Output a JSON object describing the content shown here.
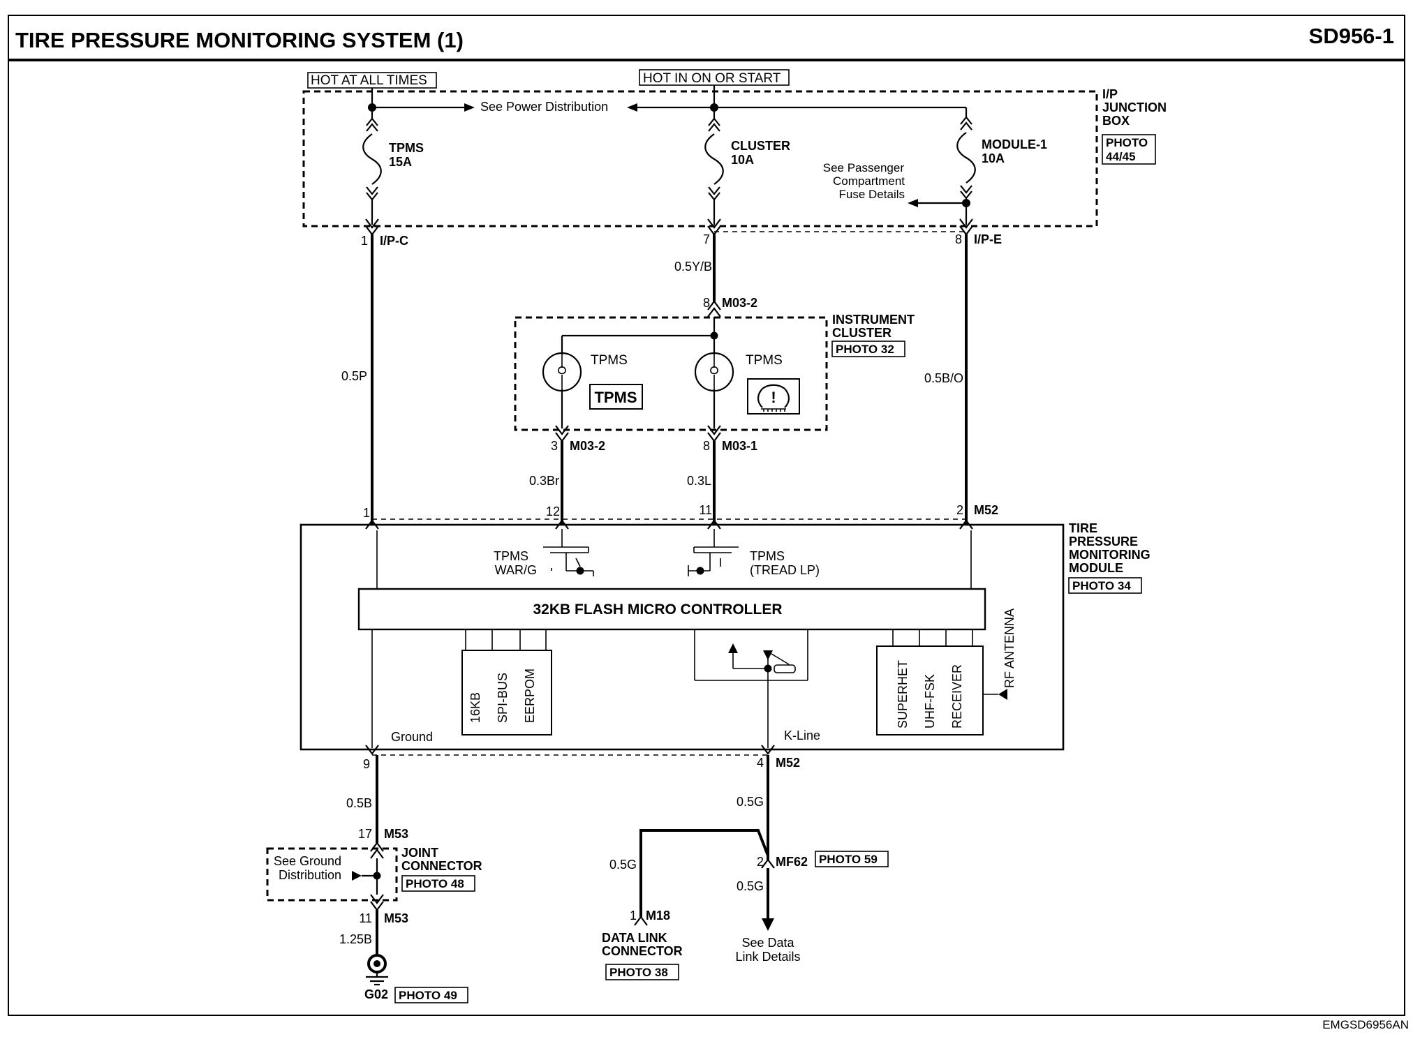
{
  "header": {
    "title": "TIRE PRESSURE MONITORING SYSTEM (1)",
    "code": "SD956-1"
  },
  "footer": {
    "ref": "EMGSD6956AN"
  },
  "power": {
    "hot_all_times": "HOT AT ALL TIMES",
    "hot_on_start": "HOT IN ON OR START",
    "see_power_distribution": "See Power Distribution"
  },
  "junction_box": {
    "label": [
      "I/P",
      "JUNCTION",
      "BOX"
    ],
    "photo": [
      "PHOTO",
      "44/45"
    ],
    "fuses": [
      {
        "name": "TPMS",
        "rating": "15A"
      },
      {
        "name": "CLUSTER",
        "rating": "10A"
      },
      {
        "name": "MODULE-1",
        "rating": "10A"
      }
    ],
    "see_passenger": [
      "See Passenger",
      "Compartment",
      "Fuse Details"
    ]
  },
  "connectors": {
    "ipc_pin": "1",
    "ipc_name": "I/P-C",
    "ipe_left_pin": "7",
    "ipe_pin": "8",
    "ipe_name": "I/P-E",
    "m032_top_pin": "8",
    "m032_top_name": "M03-2",
    "m032_bot_pin": "3",
    "m032_bot_name": "M03-2",
    "m031_pin": "8",
    "m031_name": "M03-1",
    "m52_pin1": "1",
    "m52_pin12": "12",
    "m52_pin11": "11",
    "m52_pin2": "2",
    "m52_name_top": "M52",
    "m52_pin9": "9",
    "m52_pin4": "4",
    "m52_name_bot": "M52",
    "m53_pin17": "17",
    "m53_name_top": "M53",
    "m53_pin11": "11",
    "m53_name_bot": "M53",
    "mf62_pin": "2",
    "mf62_name": "MF62",
    "m18_pin": "1",
    "m18_name": "M18"
  },
  "wires": {
    "w1": "0.5Y/B",
    "w2": "0.5P",
    "w3": "0.5B/O",
    "w4": "0.3Br",
    "w5": "0.3L",
    "w6": "0.5B",
    "w7": "0.5G",
    "w8": "0.5G",
    "w9": "0.5G",
    "w10": "1.25B"
  },
  "cluster": {
    "label": [
      "INSTRUMENT",
      "CLUSTER"
    ],
    "photo": "PHOTO 32",
    "lamp1": "TPMS",
    "lamp1_badge": "TPMS",
    "lamp2": "TPMS",
    "warning_glyph": "!"
  },
  "module": {
    "label": [
      "TIRE",
      "PRESSURE",
      "MONITORING",
      "MODULE"
    ],
    "photo": "PHOTO 34",
    "controller": "32KB FLASH MICRO CONTROLLER",
    "tpms_war": [
      "TPMS",
      "WAR/G"
    ],
    "tpms_tread": [
      "TPMS",
      "(TREAD LP)"
    ],
    "memory_cols": [
      "16KB",
      "SPI-BUS",
      "EERPOM"
    ],
    "receiver_cols": [
      "SUPERHET",
      "UHF-FSK",
      "RECEIVER"
    ],
    "rf_antenna": "RF ANTENNA",
    "ground": "Ground",
    "kline": "K-Line"
  },
  "joint": {
    "label": [
      "JOINT",
      "CONNECTOR"
    ],
    "photo": "PHOTO 48",
    "see_ground": [
      "See Ground",
      "Distribution"
    ]
  },
  "ground_point": {
    "name": "G02",
    "photo": "PHOTO 49"
  },
  "mf62_photo": "PHOTO 59",
  "dlc": {
    "label": [
      "DATA LINK",
      "CONNECTOR"
    ],
    "photo": "PHOTO 38"
  },
  "see_data_link": [
    "See Data",
    "Link Details"
  ]
}
